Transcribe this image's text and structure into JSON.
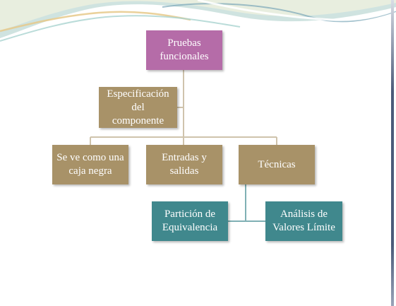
{
  "colors": {
    "root": "#b56ca8",
    "category": "#a89268",
    "technique": "#40888d",
    "connector": "#cfc3ac",
    "connector_teal": "#7fb0b4",
    "text": "#ffffff"
  },
  "diagram": {
    "root": {
      "label": "Pruebas\nfuncionales"
    },
    "assistant": {
      "label": "Especificación\ndel\ncomponente"
    },
    "children": [
      {
        "label": "Se ve como una\ncaja negra"
      },
      {
        "label": "Entradas y\nsalidas"
      },
      {
        "label": "Técnicas"
      }
    ],
    "techniques": [
      {
        "label": "Partición de\nEquivalencia"
      },
      {
        "label": "Análisis de\nValores Límite"
      }
    ]
  }
}
